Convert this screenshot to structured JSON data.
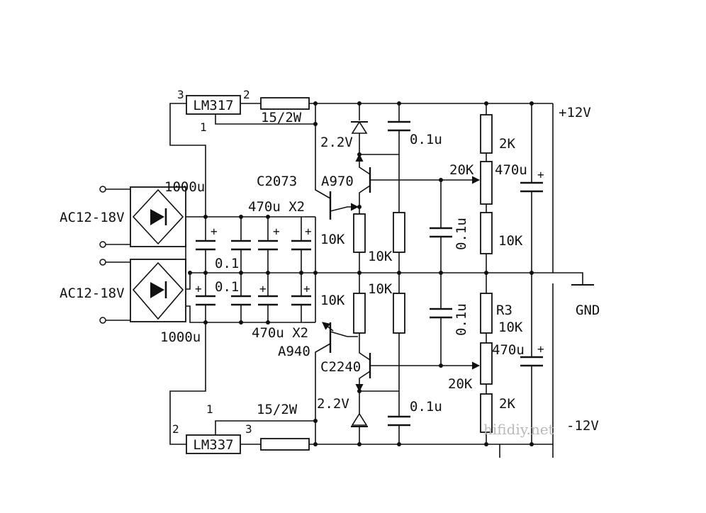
{
  "regulators": {
    "pos_name": "LM317",
    "neg_name": "LM337",
    "pos_pin_adj": "1",
    "pos_pin_out": "2",
    "pos_pin_in": "3",
    "neg_pin_adj": "1",
    "neg_pin_in": "2",
    "neg_pin_out": "3",
    "pos_resistor": "15/2W",
    "neg_resistor": "15/2W"
  },
  "inputs": {
    "upper": "AC12-18V",
    "lower": "AC12-18V"
  },
  "filter": {
    "upper_cap": "1000u",
    "lower_cap": "1000u",
    "upper_470": "470u X2",
    "lower_470": "470u X2",
    "bypass_upper": "0.1",
    "bypass_lower": "0.1"
  },
  "transistors": {
    "q1": "C2073",
    "q2": "A970",
    "q3": "A940",
    "q4": "C2240"
  },
  "zeners": {
    "upper": "2.2V",
    "lower": "2.2V"
  },
  "caps": {
    "upper_0_1u": "0.1u",
    "lower_0_1u": "0.1u",
    "mid_upper": "0.1u",
    "mid_lower": "0.1u",
    "out_upper": "470u",
    "out_lower": "470u"
  },
  "resistors": {
    "r_10k_a": "10K",
    "r_10k_b": "10K",
    "r_10k_c": "10K",
    "r_10k_d": "10K",
    "r_10k_e": "10K",
    "r_10k_f": "10K",
    "r3": "R3",
    "pot_upper": "20K",
    "pot_lower": "20K",
    "r_2k_upper": "2K",
    "r_2k_lower": "2K"
  },
  "rails": {
    "pos": "+12V",
    "neg": "-12V",
    "gnd": "GND"
  },
  "watermark": "hifidiy.net"
}
